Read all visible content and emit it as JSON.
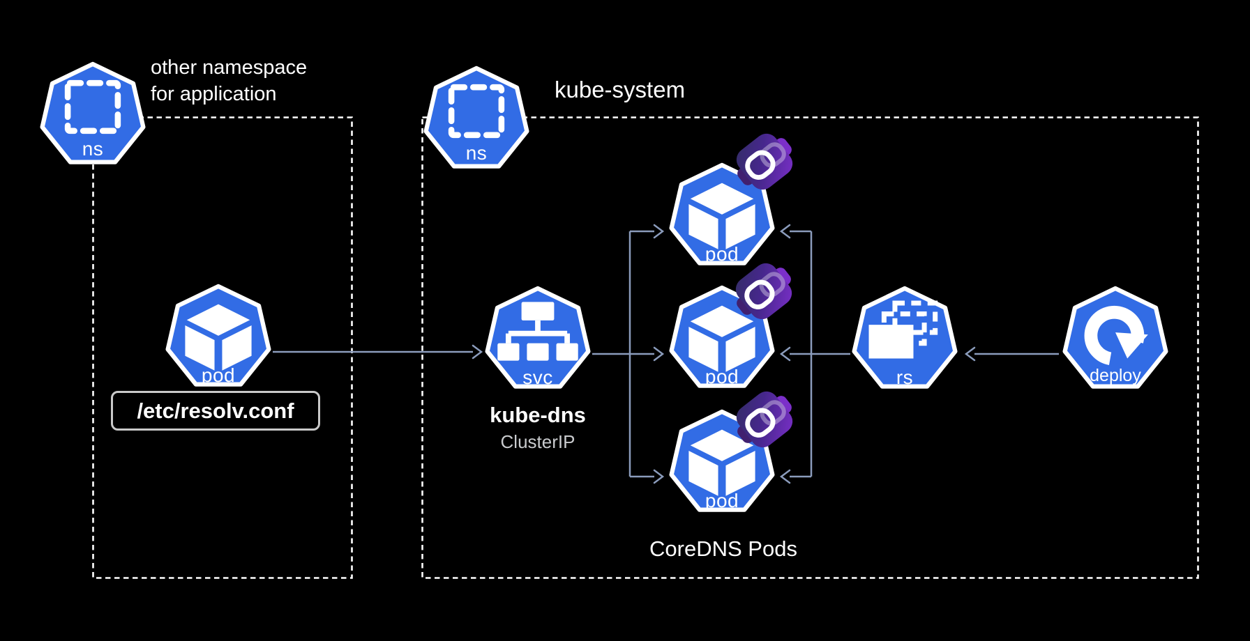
{
  "diagram": {
    "namespaces": {
      "app": {
        "title_line1": "other namespace",
        "title_line2": "for application",
        "icon_label": "ns"
      },
      "kube_system": {
        "title": "kube-system",
        "icon_label": "ns"
      }
    },
    "app_pod": {
      "icon_label": "pod",
      "file_label": "/etc/resolv.conf"
    },
    "service": {
      "icon_label": "svc",
      "name": "kube-dns",
      "type": "ClusterIP"
    },
    "coredns": {
      "caption": "CoreDNS Pods",
      "pods": [
        {
          "icon_label": "pod"
        },
        {
          "icon_label": "pod"
        },
        {
          "icon_label": "pod"
        }
      ]
    },
    "replicaset": {
      "icon_label": "rs"
    },
    "deployment": {
      "icon_label": "deploy"
    },
    "colors": {
      "background": "#000000",
      "kubernetes_blue": "#326ce5",
      "arrow": "#8b9cbc",
      "dashed_border": "#ffffff",
      "badge_dark_indigo": "#332d66",
      "badge_purple": "#7b2fc9",
      "subtitle_gray": "#c9cbce"
    }
  }
}
